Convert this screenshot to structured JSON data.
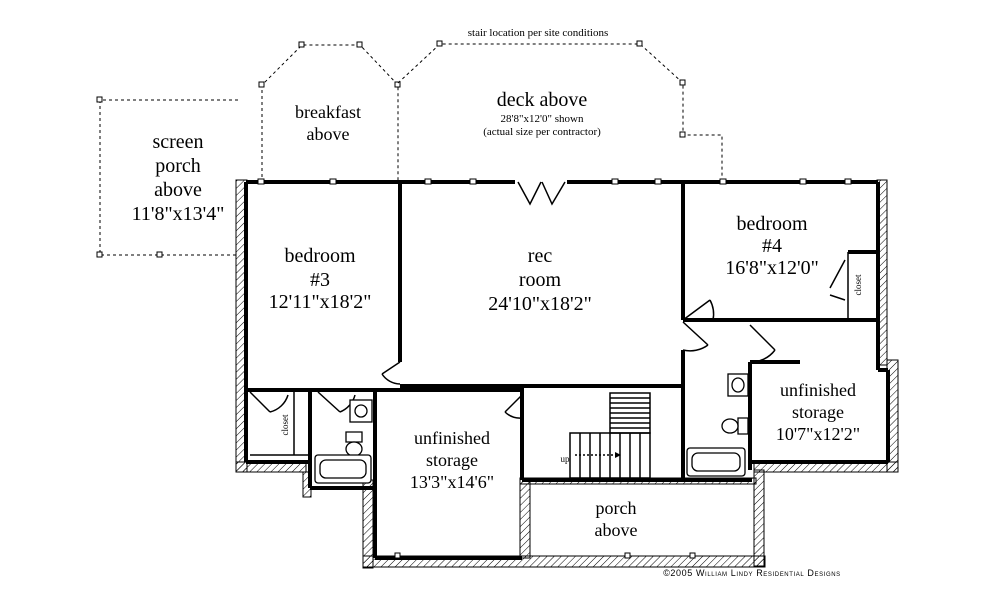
{
  "header": {
    "stair_note": "stair location per site conditions"
  },
  "rooms": {
    "screen_porch": {
      "line1": "screen",
      "line2": "porch",
      "line3": "above",
      "dims": "11'8\"x13'4\""
    },
    "breakfast": {
      "line1": "breakfast",
      "line2": "above"
    },
    "deck": {
      "name": "deck above",
      "dims": "28'8\"x12'0\" shown",
      "note": "(actual size per contractor)"
    },
    "bedroom3": {
      "name": "bedroom",
      "number": "#3",
      "dims": "12'11\"x18'2\""
    },
    "rec_room": {
      "line1": "rec",
      "line2": "room",
      "dims": "24'10\"x18'2\""
    },
    "bedroom4": {
      "name": "bedroom",
      "number": "#4",
      "dims": "16'8\"x12'0\""
    },
    "closet_left": {
      "label": "closet"
    },
    "closet_right": {
      "label": "closet"
    },
    "unfinished_left": {
      "line1": "unfinished",
      "line2": "storage",
      "dims": "13'3\"x14'6\""
    },
    "unfinished_right": {
      "line1": "unfinished",
      "line2": "storage",
      "dims": "10'7\"x12'2\""
    },
    "porch": {
      "line1": "porch",
      "line2": "above"
    }
  },
  "stairs": {
    "up_label": "up"
  },
  "footer": {
    "copyright": "©2005 William Lindy Residential Designs"
  }
}
